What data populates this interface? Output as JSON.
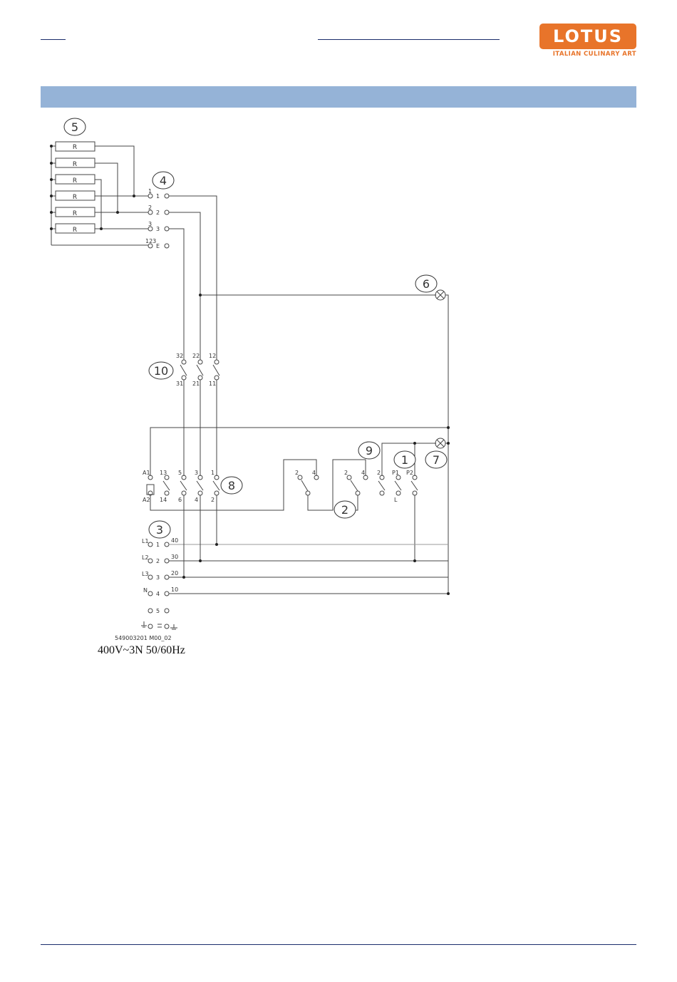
{
  "brand": {
    "name": "LOTUS",
    "tagline": "ITALIAN CULINARY ART",
    "color": "#e8742a"
  },
  "band_color": "#95b3d7",
  "diagram": {
    "callouts": [
      "5",
      "4",
      "6",
      "10",
      "8",
      "9",
      "1",
      "7",
      "2",
      "3"
    ],
    "resistor_label": "R",
    "terminal_block_4": {
      "top_labels": [
        "1",
        "2",
        "3",
        "123"
      ],
      "pin_labels": [
        "1",
        "2",
        "3",
        "E"
      ]
    },
    "switch_10": {
      "top": [
        "32",
        "22",
        "12"
      ],
      "bottom": [
        "31",
        "21",
        "11"
      ]
    },
    "contactor_8": {
      "top": [
        "A1",
        "13",
        "5",
        "3",
        "1"
      ],
      "bottom": [
        "A2",
        "14",
        "6",
        "4",
        "2"
      ]
    },
    "thermostat_2": [
      "2",
      "4",
      "2",
      "4"
    ],
    "switch_1": [
      "2",
      "P1",
      "P2",
      "L"
    ],
    "terminal_block_3": {
      "phases": [
        "L1",
        "L2",
        "L3",
        "N"
      ],
      "pins": [
        "1",
        "2",
        "3",
        "4",
        "5"
      ],
      "wires": [
        "40",
        "30",
        "20",
        "10"
      ]
    },
    "code": "549003201  M00_02",
    "supply": "400V~3N 50/60Hz"
  }
}
